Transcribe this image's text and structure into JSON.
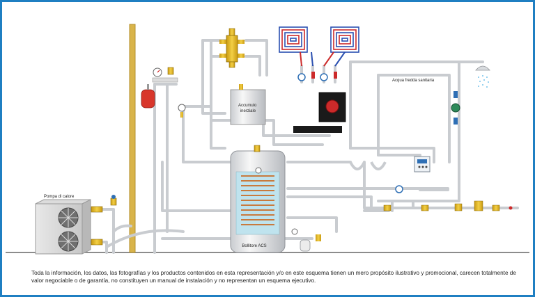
{
  "labels": {
    "heat_pump": "Pompa di calore",
    "buffer_tank": "Accumulo inerziale",
    "dhw_boiler": "Bollitore ACS",
    "cold_water": "Acqua fredda sanitaria"
  },
  "disclaimer": "Toda la información, los datos, las fotografías y los productos contenidos en esta representación y/o en este esquema tienen un mero propósito ilustrativo y promocional, carecen totalmente de valor negociable o de garantía, no constituyen un manual de instalación y no representan un esquema ejecutivo.",
  "colors": {
    "frame": "#1f7fc2",
    "pipe": "#c9ccd0",
    "wall": "#d9b44a",
    "expansion_vessel": "#d8362b",
    "coil": "#c87a3e",
    "floor_loop_red": "#cc2a2a",
    "floor_loop_blue": "#2a4fb0"
  }
}
